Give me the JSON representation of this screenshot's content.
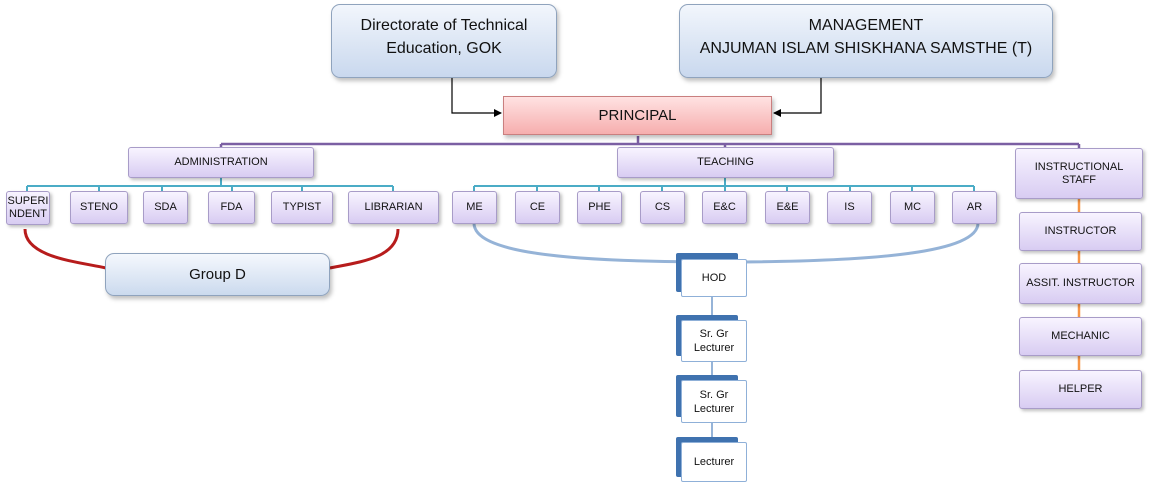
{
  "diagram": {
    "top": {
      "dte_line1": "Directorate of Technical",
      "dte_line2": "Education, GOK",
      "mgmt_line1": "MANAGEMENT",
      "mgmt_line2": "ANJUMAN ISLAM SHISKHANA  SAMSTHE  (T)"
    },
    "principal": "PRINCIPAL",
    "departments": {
      "administration": "ADMINISTRATION",
      "teaching": "TEACHING",
      "instructional_line1": "INSTRUCTIONAL",
      "instructional_line2": "STAFF"
    },
    "admin_staff": {
      "superintendent_line1": "SUPERI",
      "superintendent_line2": "NDENT",
      "steno": "STENO",
      "sda": "SDA",
      "fda": "FDA",
      "typist": "TYPIST",
      "librarian": "LIBRARIAN"
    },
    "group_d": "Group D",
    "teaching_branches": [
      "ME",
      "CE",
      "PHE",
      "CS",
      "E&C",
      "E&E",
      "IS",
      "MC",
      "AR"
    ],
    "faculty": {
      "hod": "HOD",
      "sr_gr_1_line1": "Sr. Gr",
      "sr_gr_1_line2": "Lecturer",
      "sr_gr_2_line1": "Sr. Gr",
      "sr_gr_2_line2": "Lecturer",
      "lecturer": "Lecturer"
    },
    "instructional_staff": [
      "INSTRUCTOR",
      "ASSIT. INSTRUCTOR",
      "MECHANIC",
      "HELPER"
    ],
    "colors": {
      "main_connector": "#7b5fa3",
      "sub_connector": "#4bacc6",
      "group_d_arc": "#b71c1c",
      "teaching_arc": "#95b3d7",
      "instructional_connector": "#f79646"
    }
  }
}
